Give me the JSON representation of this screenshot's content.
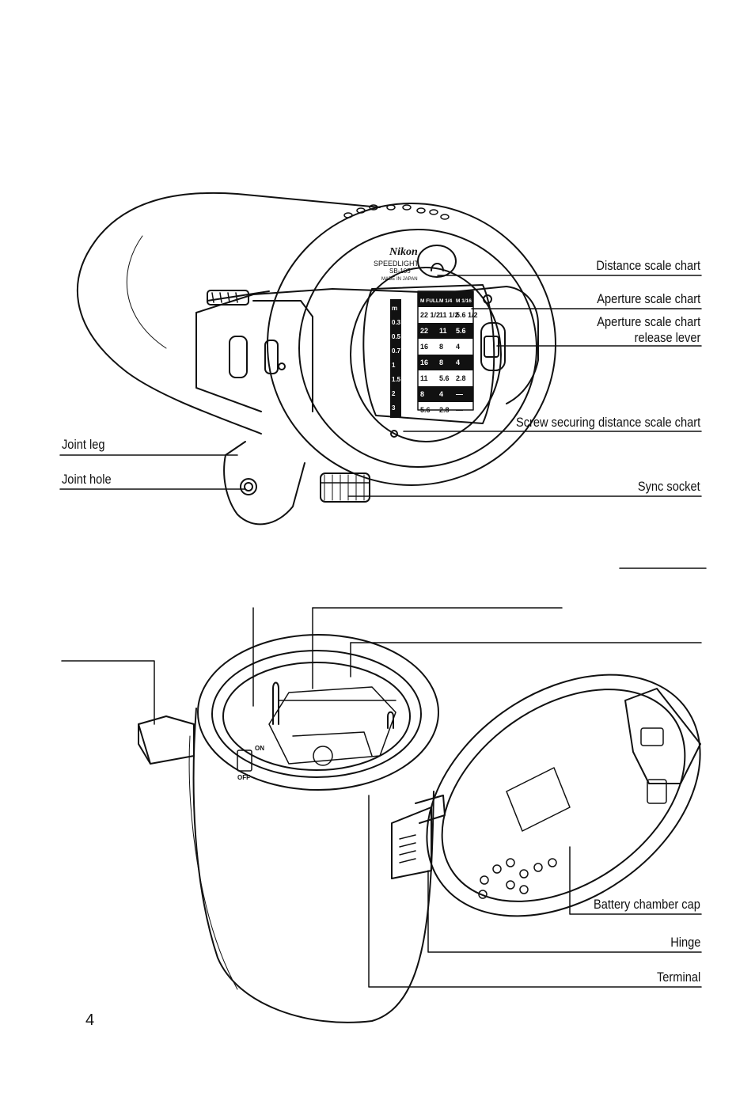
{
  "page": {
    "number": "4"
  },
  "top_figure": {
    "labels": {
      "distance_scale_chart": "Distance scale chart",
      "aperture_scale_chart": "Aperture scale chart",
      "aperture_release_lever_line1": "Aperture scale chart",
      "aperture_release_lever_line2": "release lever",
      "screw_securing": "Screw securing distance scale chart",
      "joint_leg": "Joint leg",
      "joint_hole": "Joint hole",
      "sync_socket": "Sync socket"
    },
    "device_markings": {
      "brand": "Nikon",
      "model_line1": "SPEEDLIGHT",
      "model_line2": "SB-105",
      "origin": "MADE IN JAPAN"
    },
    "scale_chart": {
      "headers": [
        "M FULL",
        "M 1/4",
        "M 1/16"
      ],
      "rows": [
        [
          "22 1/2",
          "11 1/2",
          "5.6 1/2"
        ],
        [
          "22",
          "11",
          "5.6"
        ],
        [
          "16",
          "8",
          "4"
        ],
        [
          "16",
          "8",
          "4"
        ],
        [
          "11",
          "5.6",
          "2.8"
        ],
        [
          "8",
          "4",
          "—"
        ],
        [
          "5.6",
          "2.8",
          "—"
        ]
      ],
      "distances": [
        "m",
        "0.3",
        "0.5",
        "0.7",
        "1",
        "1.5",
        "2",
        "3"
      ]
    }
  },
  "bottom_figure": {
    "labels": {
      "battery_chamber_cap": "Battery chamber cap",
      "hinge": "Hinge",
      "terminal": "Terminal"
    },
    "switch_markings": {
      "on": "ON",
      "off": "OFF"
    }
  }
}
